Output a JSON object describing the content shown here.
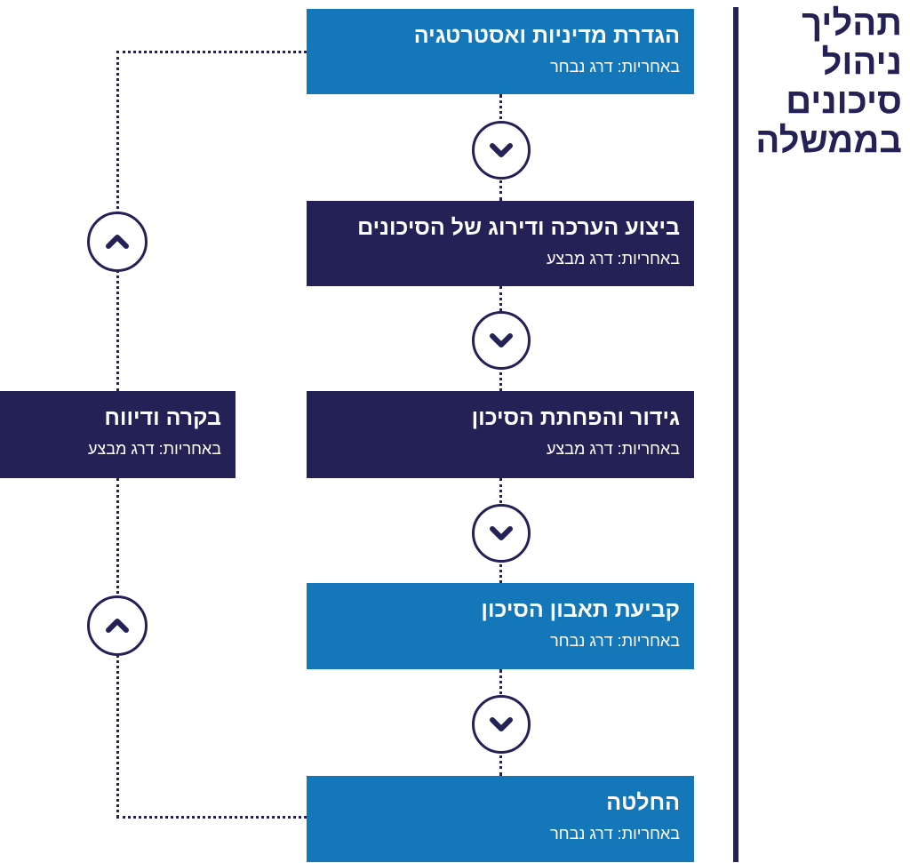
{
  "title": {
    "lines": [
      "תהליך",
      "ניהול",
      "סיכונים",
      "בממשלה"
    ]
  },
  "steps": [
    {
      "title": "הגדרת מדיניות ואסטרטגיה",
      "subtitle": "באחריות: דרג נבחר"
    },
    {
      "title": "ביצוע הערכה ודירוג של הסיכונים",
      "subtitle": "באחריות: דרג מבצע"
    },
    {
      "title": "גידור והפחתת הסיכון",
      "subtitle": "באחריות: דרג מבצע"
    },
    {
      "title": "קביעת תאבון הסיכון",
      "subtitle": "באחריות: דרג נבחר"
    },
    {
      "title": "החלטה",
      "subtitle": "באחריות: דרג נבחר"
    }
  ],
  "side": {
    "title": "בקרה ודיווח",
    "subtitle": "באחריות: דרג מבצע"
  },
  "icons": {
    "down": "chevron-down-icon",
    "up": "chevron-up-icon"
  },
  "colors": {
    "light_blue": "#1377b9",
    "navy": "#232155",
    "background": "#ffffff"
  }
}
